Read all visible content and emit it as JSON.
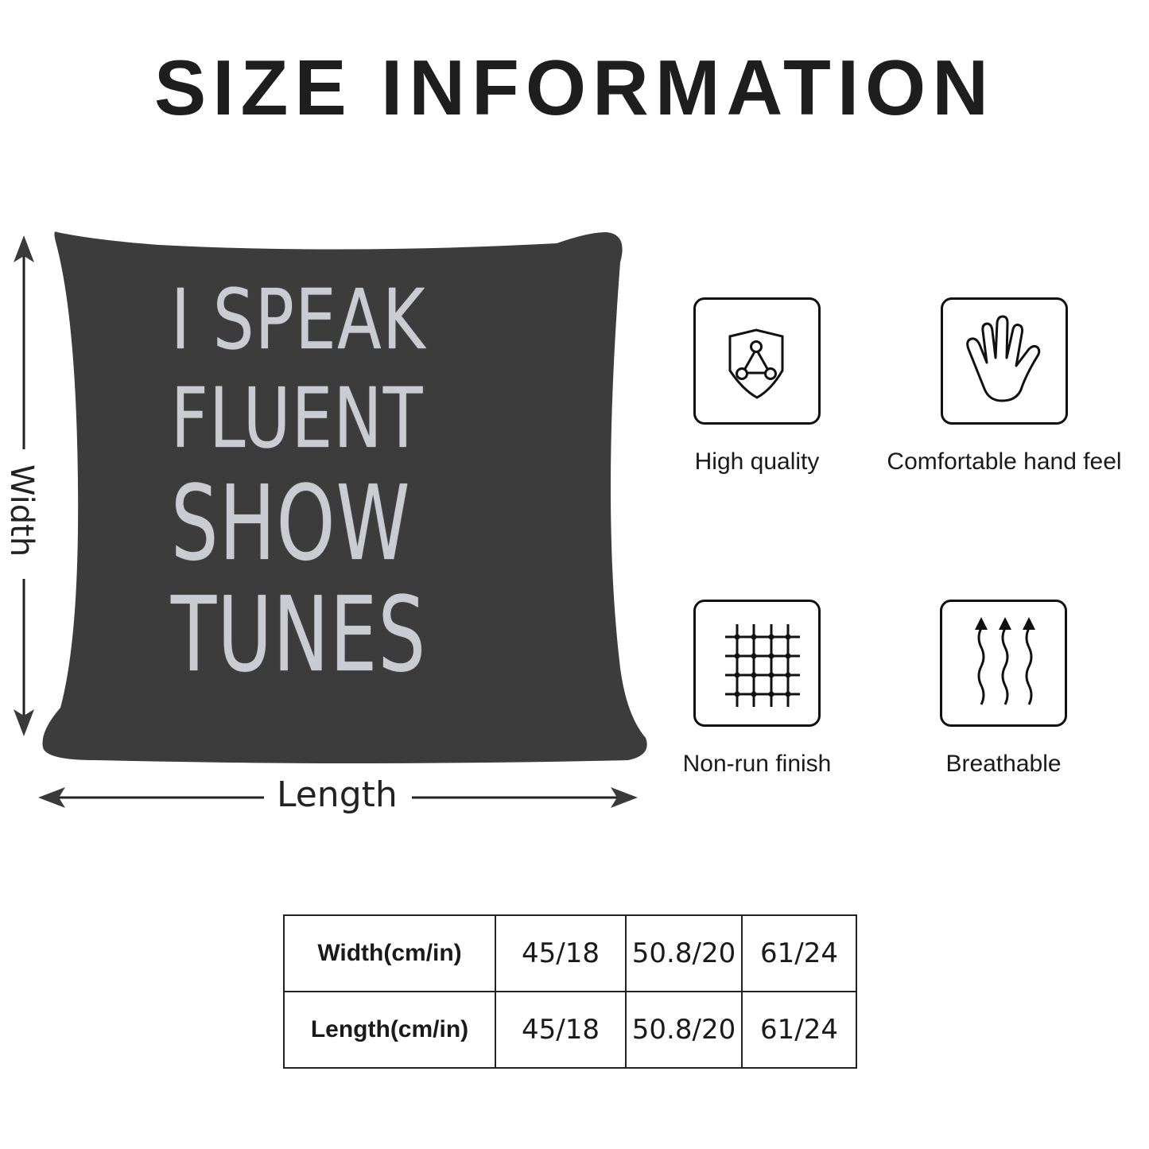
{
  "header": {
    "title": "SIZE INFORMATION"
  },
  "product": {
    "pillow_color": "#3c3c3d",
    "text_color": "#c9ccd2",
    "print_lines": [
      "I SPEAK",
      "FLUENT",
      "SHOW",
      "TUNES"
    ],
    "dimension_labels": {
      "width": "Width",
      "length": "Length"
    }
  },
  "features": [
    {
      "icon": "shield-network-icon",
      "label": "High quality"
    },
    {
      "icon": "hand-icon",
      "label": "Comfortable hand feel"
    },
    {
      "icon": "grid-mesh-icon",
      "label": "Non-run finish"
    },
    {
      "icon": "airflow-arrows-icon",
      "label": "Breathable"
    }
  ],
  "size_table": {
    "rows": [
      {
        "label": "Width(cm/in)",
        "values": [
          "45/18",
          "50.8/20",
          "61/24"
        ]
      },
      {
        "label": "Length(cm/in)",
        "values": [
          "45/18",
          "50.8/20",
          "61/24"
        ]
      }
    ]
  }
}
